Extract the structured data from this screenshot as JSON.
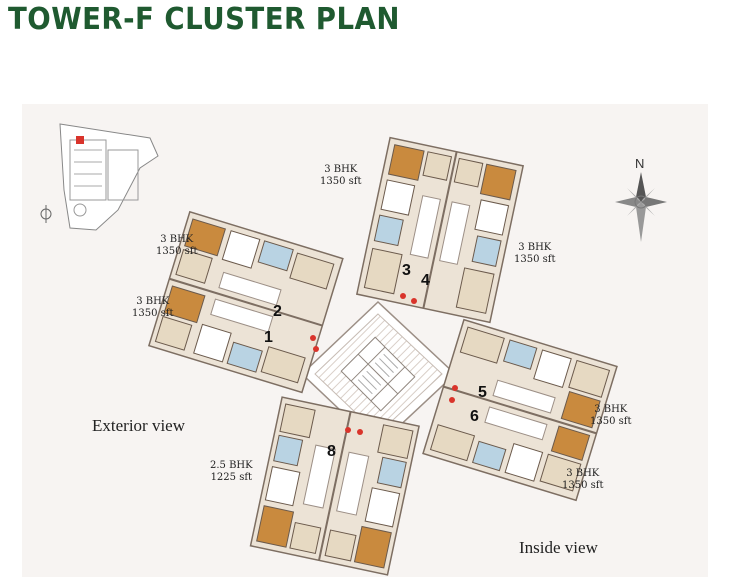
{
  "title": "TOWER-F CLUSTER PLAN",
  "compass": {
    "n": "N"
  },
  "units": {
    "u1": {
      "num": "1",
      "type": "3 BHK",
      "area": "1350 sft"
    },
    "u2": {
      "num": "2",
      "type": "3 BHK",
      "area": "1350 sft"
    },
    "u3": {
      "num": "3",
      "type": "3 BHK",
      "area": "1350 sft"
    },
    "u4": {
      "num": "4",
      "type": "3 BHK",
      "area": "1350 sft"
    },
    "u5": {
      "num": "5",
      "type": "3 BHK",
      "area": "1350 sft"
    },
    "u6": {
      "num": "6",
      "type": "3 BHK",
      "area": "1350 sft"
    },
    "u8": {
      "num": "8",
      "type": "2.5 BHK",
      "area": "1225 sft"
    }
  },
  "views": {
    "exterior": "Exterior view",
    "inside": "Inside view"
  },
  "colors": {
    "title": "#1f5a30",
    "room_brown": "#c98a3e",
    "room_tan": "#e6d9c2",
    "bath_blue": "#b9d3e3",
    "dot": "#d9342b"
  }
}
